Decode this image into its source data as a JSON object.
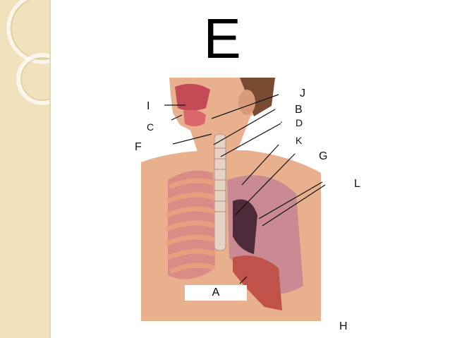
{
  "title": "E",
  "labels": {
    "A": "A",
    "B": "B",
    "C": "C",
    "D": "D",
    "F": "F",
    "G": "G",
    "H": "H",
    "I": "I",
    "J": "J",
    "K": "K",
    "L": "L",
    "dot": "."
  },
  "colors": {
    "sidebar": "#efe2bd",
    "skin": "#e8b08c",
    "lung": "#c98a94",
    "rib": "#e39a7c",
    "diaphragm": "#c0524a"
  }
}
